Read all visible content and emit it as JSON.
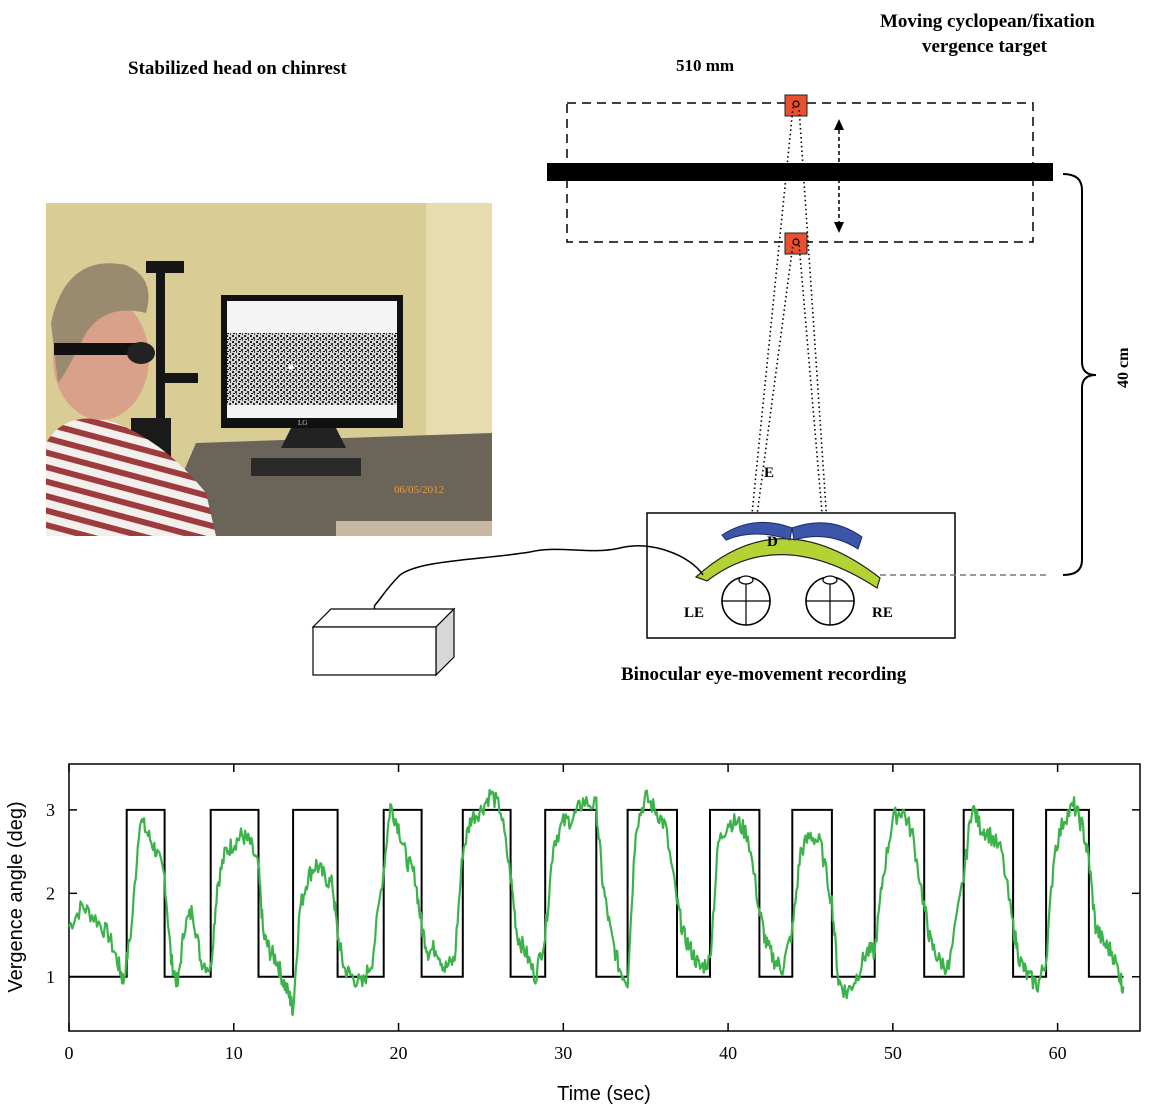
{
  "setup": {
    "head_label": "Stabilized head on chinrest",
    "target_label_line1": "Moving cyclopean/fixation",
    "target_label_line2": "vergence target",
    "width_label": "510 mm",
    "distance_label": "40 cm",
    "recording_label": "Binocular eye-movement recording",
    "label_E": "E",
    "label_D": "D",
    "label_LE": "LE",
    "label_RE": "RE",
    "photo_timestamp": "06/05/2012",
    "monitor_brand": "LG",
    "colors": {
      "target": "#e8502f",
      "lens": "#3b55a8",
      "headset": "#b3d335",
      "trace": "#3cb34a"
    }
  },
  "chart_data": {
    "type": "line",
    "xlabel": "Time (sec)",
    "ylabel": "Vergence angle (deg)",
    "xlim": [
      0,
      65
    ],
    "ylim": [
      0.35,
      3.55
    ],
    "xticks": [
      0,
      10,
      20,
      30,
      40,
      50,
      60
    ],
    "yticks": [
      1,
      2,
      3
    ],
    "series": [
      {
        "type": "step",
        "color": "#000000",
        "x": [
          0,
          3.5,
          3.5,
          5.8,
          5.8,
          8.6,
          8.6,
          11.5,
          11.5,
          13.6,
          13.6,
          16.3,
          16.3,
          19.1,
          19.1,
          21.4,
          21.4,
          23.9,
          23.9,
          26.8,
          26.8,
          28.9,
          28.9,
          32.0,
          32.0,
          33.9,
          33.9,
          36.9,
          36.9,
          38.9,
          38.9,
          41.9,
          41.9,
          43.9,
          43.9,
          46.3,
          46.3,
          48.9,
          48.9,
          51.9,
          51.9,
          54.3,
          54.3,
          57.3,
          57.3,
          59.3,
          59.3,
          61.9,
          61.9,
          64.0
        ],
        "y": [
          1,
          1,
          3,
          3,
          1,
          1,
          3,
          3,
          1,
          1,
          3,
          3,
          1,
          1,
          3,
          3,
          1,
          1,
          3,
          3,
          1,
          1,
          3,
          3,
          1,
          1,
          3,
          3,
          1,
          1,
          3,
          3,
          1,
          1,
          3,
          3,
          1,
          1,
          3,
          3,
          1,
          1,
          3,
          3,
          1,
          1,
          3,
          3,
          1,
          1
        ]
      },
      {
        "type": "trace",
        "color": "#3cb34a",
        "x": [
          0,
          0.8,
          1.6,
          2.4,
          3.0,
          3.3,
          3.8,
          4.3,
          4.8,
          5.3,
          5.8,
          6.2,
          6.6,
          7.0,
          7.5,
          8.0,
          8.6,
          9.0,
          9.5,
          10.0,
          10.5,
          11.0,
          11.5,
          11.8,
          12.2,
          12.6,
          13.0,
          13.4,
          13.6,
          14.0,
          14.5,
          15.0,
          15.5,
          16.0,
          16.3,
          16.7,
          17.2,
          17.8,
          18.4,
          19.1,
          19.5,
          20.0,
          20.5,
          21.0,
          21.4,
          21.8,
          22.3,
          22.8,
          23.4,
          23.9,
          24.4,
          25.0,
          25.6,
          26.2,
          26.8,
          27.2,
          27.7,
          28.3,
          28.9,
          29.4,
          30.0,
          30.6,
          31.2,
          32.0,
          32.4,
          32.9,
          33.4,
          33.9,
          34.4,
          35.0,
          35.6,
          36.2,
          36.9,
          37.3,
          37.8,
          38.3,
          38.9,
          39.4,
          40.0,
          40.6,
          41.2,
          41.9,
          42.3,
          42.8,
          43.3,
          43.9,
          44.4,
          45.0,
          45.6,
          46.3,
          46.7,
          47.2,
          47.8,
          48.4,
          48.9,
          49.4,
          50.0,
          50.6,
          51.2,
          51.9,
          52.3,
          52.8,
          53.4,
          54.3,
          54.8,
          55.3,
          55.9,
          56.6,
          57.3,
          57.7,
          58.2,
          58.8,
          59.3,
          59.8,
          60.4,
          61.0,
          61.5,
          61.9,
          62.3,
          62.8,
          63.3,
          63.8,
          64.0
        ],
        "y": [
          1.6,
          1.85,
          1.7,
          1.5,
          1.15,
          0.95,
          1.6,
          2.9,
          2.7,
          2.5,
          2.2,
          1.2,
          0.9,
          1.6,
          1.8,
          1.2,
          1.1,
          2.1,
          2.5,
          2.6,
          2.7,
          2.6,
          2.3,
          1.5,
          1.3,
          1.2,
          0.95,
          0.75,
          0.6,
          1.8,
          2.2,
          2.35,
          2.2,
          2.1,
          1.5,
          1.1,
          1.0,
          0.9,
          1.2,
          2.3,
          3.05,
          2.8,
          2.4,
          2.2,
          1.6,
          1.3,
          1.35,
          1.1,
          1.2,
          2.5,
          2.9,
          3.0,
          3.2,
          3.0,
          2.2,
          1.5,
          1.3,
          1.0,
          1.5,
          2.6,
          2.85,
          2.9,
          3.1,
          3.05,
          2.1,
          1.5,
          1.1,
          0.95,
          2.8,
          3.15,
          3.0,
          2.8,
          1.9,
          1.5,
          1.3,
          1.1,
          1.2,
          2.6,
          2.85,
          2.85,
          2.7,
          1.8,
          1.4,
          1.2,
          1.1,
          1.55,
          2.5,
          2.7,
          2.6,
          1.9,
          0.95,
          0.8,
          1.0,
          1.3,
          1.3,
          2.2,
          2.9,
          3.0,
          2.7,
          1.85,
          1.4,
          1.2,
          1.1,
          2.2,
          3.05,
          2.8,
          2.7,
          2.5,
          1.6,
          1.2,
          1.0,
          0.9,
          1.2,
          2.5,
          2.9,
          3.05,
          2.8,
          2.4,
          1.6,
          1.4,
          1.3,
          1.0,
          0.85
        ]
      }
    ]
  }
}
